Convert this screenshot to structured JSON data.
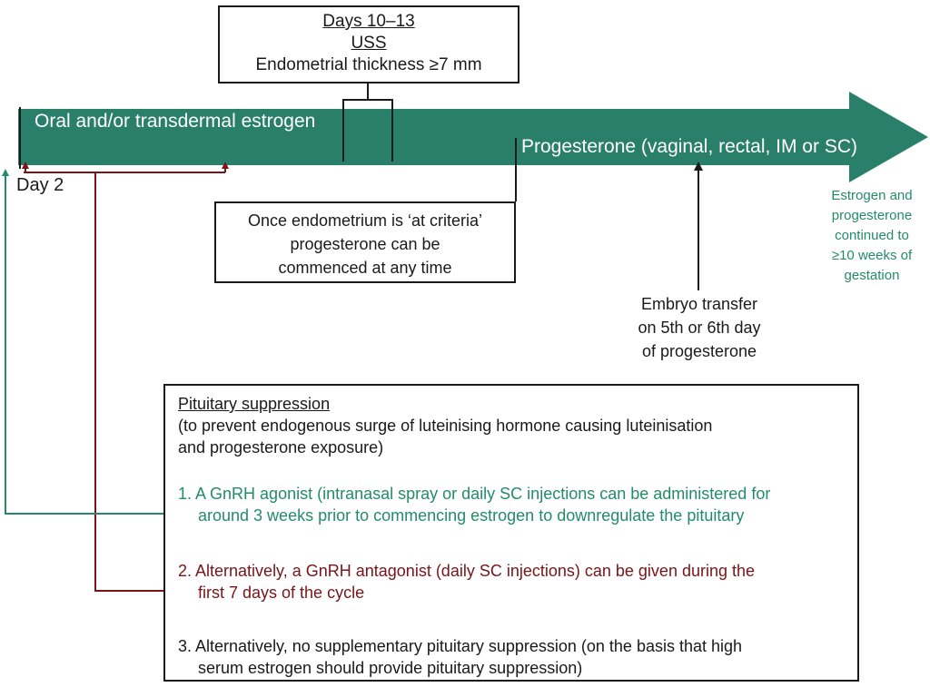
{
  "colors": {
    "estrogen_arrow": "#2a7f6a",
    "agonist": "#238b6b",
    "antagonist": "#7a1418",
    "text": "#1a1a1a"
  },
  "uss_box": {
    "title": "Days 10–13",
    "subtitle": "USS",
    "criteria": "Endometrial thickness ≥7 mm"
  },
  "timeline": {
    "estrogen_label": "Oral and/or transdermal estrogen",
    "progesterone_label": "Progesterone (vaginal, rectal, IM or SC)",
    "day_label": "Day 2"
  },
  "continued_note": [
    "Estrogen and",
    "progesterone",
    "continued to",
    "≥10 weeks of",
    "gestation"
  ],
  "criteria_box": [
    "Once endometrium is ‘at criteria’",
    "progesterone can be",
    "commenced at any time"
  ],
  "embryo_transfer": [
    "Embryo transfer",
    "on 5th or 6th day",
    "of progesterone"
  ],
  "pituitary": {
    "heading": "Pituitary suppression",
    "purpose": [
      "(to prevent endogenous surge of luteinising hormone causing luteinisation",
      "and progesterone exposure)"
    ],
    "option1": [
      "1. A GnRH agonist (intranasal spray or daily SC injections can be administered for",
      "around 3 weeks prior to commencing estrogen to downregulate the pituitary"
    ],
    "option2": [
      "2. Alternatively, a GnRH antagonist (daily SC injections) can be given during the",
      "first 7 days of the cycle"
    ],
    "option3": [
      "3. Alternatively, no supplementary pituitary suppression (on the basis that high",
      "serum estrogen should provide pituitary suppression)"
    ]
  }
}
